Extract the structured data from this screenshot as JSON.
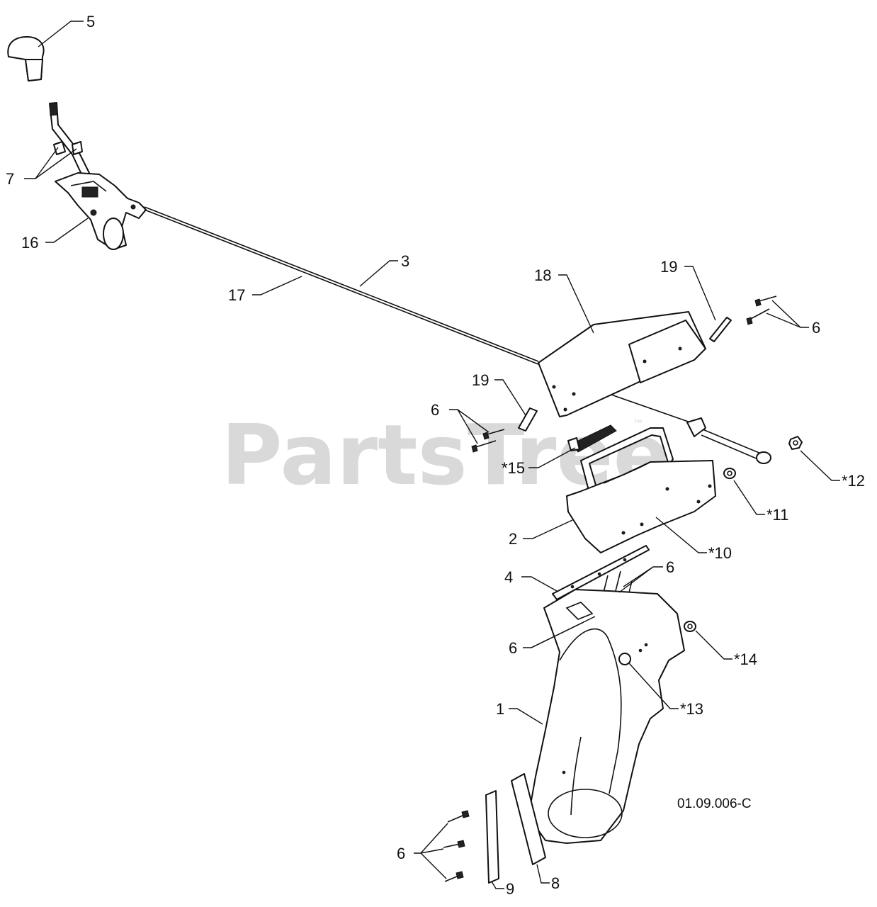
{
  "watermark": {
    "text": "PartsTree",
    "trademark": "™"
  },
  "drawing_code": "01.09.006-C",
  "labels": [
    {
      "id": "5",
      "text": "5"
    },
    {
      "id": "7",
      "text": "7"
    },
    {
      "id": "16",
      "text": "16"
    },
    {
      "id": "17",
      "text": "17"
    },
    {
      "id": "3",
      "text": "3"
    },
    {
      "id": "18",
      "text": "18"
    },
    {
      "id": "19a",
      "text": "19"
    },
    {
      "id": "6a",
      "text": "6"
    },
    {
      "id": "19b",
      "text": "19"
    },
    {
      "id": "6b",
      "text": "6"
    },
    {
      "id": "15",
      "text": "*15"
    },
    {
      "id": "12",
      "text": "*12"
    },
    {
      "id": "11",
      "text": "*11"
    },
    {
      "id": "2",
      "text": "2"
    },
    {
      "id": "10",
      "text": "*10"
    },
    {
      "id": "4",
      "text": "4"
    },
    {
      "id": "6c",
      "text": "6"
    },
    {
      "id": "6d",
      "text": "6"
    },
    {
      "id": "14",
      "text": "*14"
    },
    {
      "id": "1",
      "text": "1"
    },
    {
      "id": "13",
      "text": "*13"
    },
    {
      "id": "6e",
      "text": "6"
    },
    {
      "id": "9",
      "text": "9"
    },
    {
      "id": "8",
      "text": "8"
    }
  ]
}
